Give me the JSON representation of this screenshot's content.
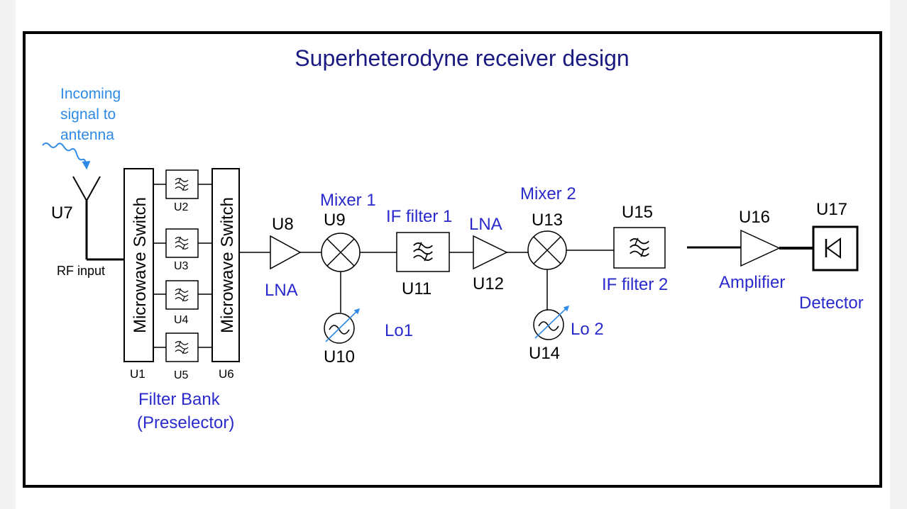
{
  "title": "Superheterodyne receiver design",
  "annotation": "Incoming signal to antenna",
  "annotation_lines": [
    "Incoming",
    "signal to",
    "antenna"
  ],
  "colors": {
    "title": "#1a1a80",
    "label_blue": "#2a2acc",
    "annotation_blue": "#2e8ae6",
    "line": "#000000"
  },
  "components": {
    "U1": {
      "ref": "U1",
      "label": "Microwave Switch"
    },
    "U2": {
      "ref": "U2"
    },
    "U3": {
      "ref": "U3"
    },
    "U4": {
      "ref": "U4"
    },
    "U5": {
      "ref": "U5"
    },
    "U6": {
      "ref": "U6",
      "label": "Microwave Switch"
    },
    "U7": {
      "ref": "U7",
      "label": "RF input"
    },
    "U8": {
      "ref": "U8",
      "label": "LNA"
    },
    "U9": {
      "ref": "U9",
      "label": "Mixer 1"
    },
    "U10": {
      "ref": "U10",
      "label": "Lo1"
    },
    "U11": {
      "ref": "U11",
      "label": "IF filter 1"
    },
    "U12": {
      "ref": "U12",
      "label": "LNA"
    },
    "U13": {
      "ref": "U13",
      "label": "Mixer 2"
    },
    "U14": {
      "ref": "U14",
      "label": "Lo 2"
    },
    "U15": {
      "ref": "U15",
      "label": "IF filter 2"
    },
    "U16": {
      "ref": "U16",
      "label": "Amplifier"
    },
    "U17": {
      "ref": "U17",
      "label": "Detector"
    }
  },
  "filter_bank_label": [
    "Filter Bank",
    "(Preselector)"
  ]
}
